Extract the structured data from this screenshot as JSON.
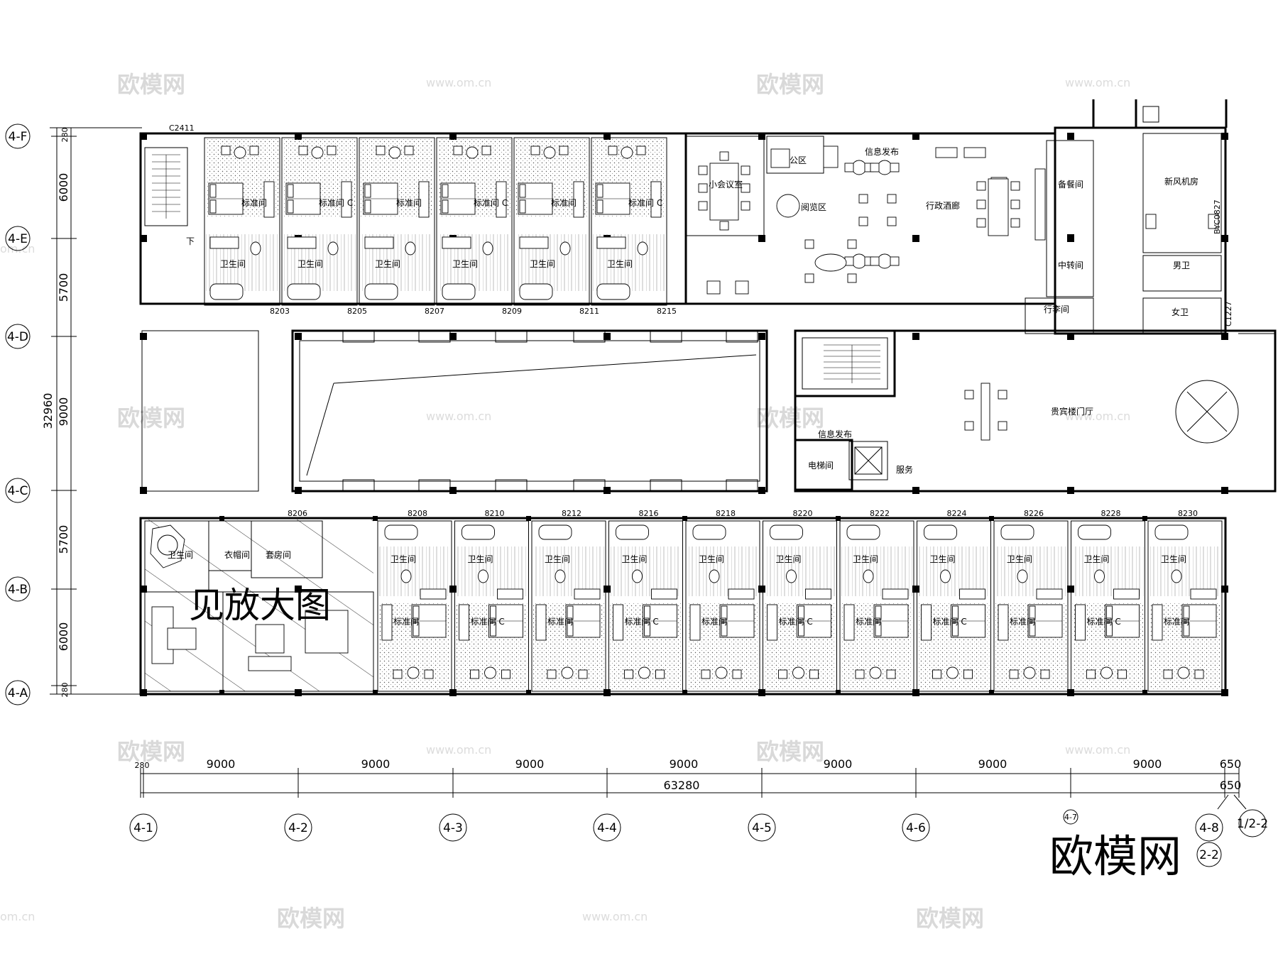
{
  "axes_left": [
    "4-F",
    "4-E",
    "4-D",
    "4-C",
    "4-B",
    "4-A"
  ],
  "dims_left": [
    "280",
    "6000",
    "5700",
    "9000",
    "5700",
    "6000",
    "280"
  ],
  "dim_total_left": "32960",
  "axes_bottom": [
    "4-1",
    "4-2",
    "4-3",
    "4-4",
    "4-5",
    "4-6",
    "4-7",
    "4-8",
    "1/2-2"
  ],
  "axis_extra": "2-2",
  "dims_bottom": [
    "280",
    "9000",
    "9000",
    "9000",
    "9000",
    "9000",
    "9000",
    "9000",
    "650"
  ],
  "dim_total_bottom": "63280",
  "dim_total_bottom_right": "650",
  "top_rooms": {
    "standard": "标准间",
    "standard_c": "标准间 C",
    "bath": "卫生间",
    "numbers": [
      "8203",
      "8205",
      "8207",
      "8209",
      "8211",
      "8215"
    ],
    "window_tag": "C2411"
  },
  "bottom_rooms": {
    "numbers": [
      "8206",
      "8208",
      "8210",
      "8212",
      "8216",
      "8218",
      "8220",
      "8222",
      "8224",
      "8226",
      "8228",
      "8230"
    ],
    "bath": "卫生间",
    "standard": "标准间",
    "standard_c": "标准间 C"
  },
  "suite": {
    "bath": "卫生间",
    "closet": "衣帽间",
    "suite_room": "套房间",
    "note": "见放大图"
  },
  "public_rooms": {
    "meeting": "小会议室",
    "office": "办公区",
    "info_top": "信息发布",
    "reading": "阅览区",
    "lounge": "行政酒廊",
    "pantry": "备餐间",
    "relay": "中转间",
    "fresh_air": "新风机房",
    "men_wc": "男卫",
    "women_wc": "女卫",
    "luggage": "行李间",
    "vip_lobby": "贵宾楼门厅",
    "info_mid": "信息发布",
    "elevator": "电梯间",
    "service": "服务",
    "stair_down": "下",
    "door_tag_1": "BYC0827",
    "door_tag_2": "C1227"
  },
  "watermarks": {
    "brand": "欧模网",
    "site": "www.om.cn",
    "site_short": "om.cn"
  }
}
